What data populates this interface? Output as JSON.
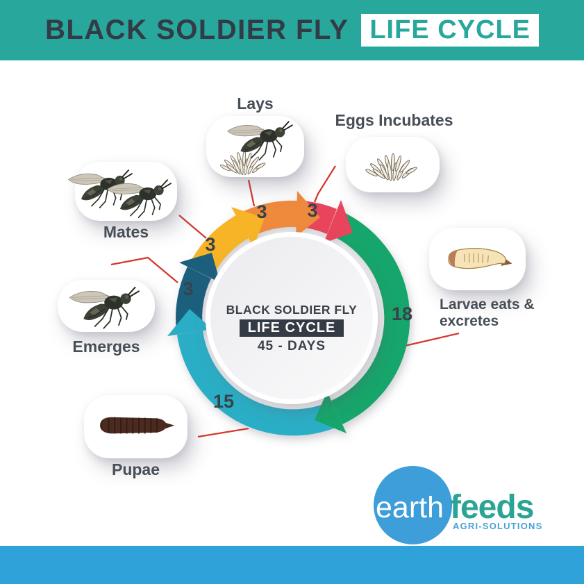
{
  "header": {
    "title": "BLACK SOLDIER FLY",
    "badge": "LIFE CYCLE"
  },
  "center": {
    "title": "BLACK SOLDIER FLY",
    "badge": "LIFE CYCLE",
    "duration": "45 - DAYS"
  },
  "stages": [
    {
      "id": "mates",
      "label": "Mates",
      "days": "3",
      "color": "#F7B425"
    },
    {
      "id": "lays",
      "label": "Lays",
      "days": "3",
      "color": "#EF8A3C"
    },
    {
      "id": "eggs",
      "label": "Eggs Incubates",
      "days": "3",
      "color": "#E8455C"
    },
    {
      "id": "larvae",
      "label": "Larvae eats & excretes",
      "days": "18",
      "color": "#16A56B"
    },
    {
      "id": "pupae",
      "label": "Pupae",
      "days": "15",
      "color": "#29AEC5"
    },
    {
      "id": "emerges",
      "label": "Emerges",
      "days": "3",
      "color": "#1E5F7D"
    }
  ],
  "logo": {
    "word1": "earth",
    "word2": "feeds",
    "tagline": "AGRI-SOLUTIONS"
  },
  "colors": {
    "header_teal": "#28A79D",
    "footer_blue": "#2FA2DA",
    "leader_line_red": "#D5382E",
    "day_number": "#394149",
    "logo_circle_blue": "#3E9ED9",
    "logo_feeds_teal": "#2AA494",
    "logo_tagline_blue": "#48A2D8"
  }
}
